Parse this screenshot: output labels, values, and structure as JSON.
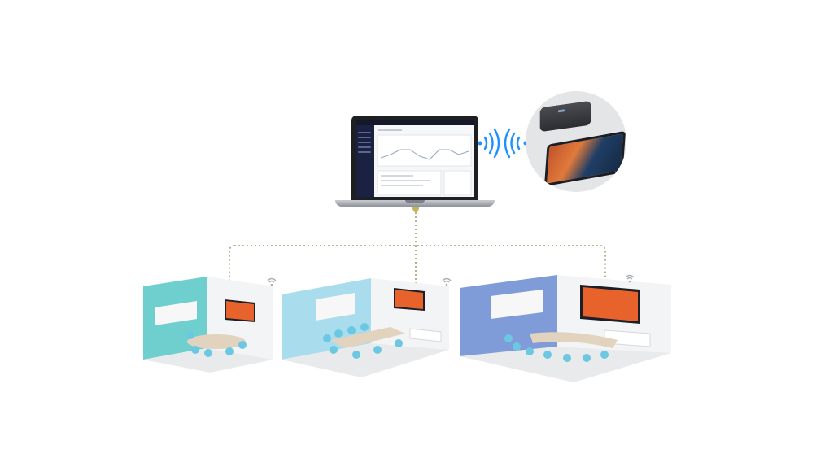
{
  "diagram": {
    "laptop": {
      "icon": "laptop-dashboard-icon"
    },
    "device": {
      "icons": [
        "compute-hub-icon",
        "touch-controller-icon"
      ]
    },
    "signal": {
      "icon": "wireless-signal-icon",
      "color": "#1e90ff"
    },
    "connector": {
      "color": "#a8a06a",
      "style": "dotted"
    },
    "rooms": [
      {
        "id": "huddle-room",
        "wall_color": "#6fcfcf",
        "icon": "meeting-room-small-icon"
      },
      {
        "id": "medium-room",
        "wall_color": "#a9dcec",
        "icon": "meeting-room-medium-icon"
      },
      {
        "id": "large-room",
        "wall_color": "#7f9bd8",
        "icon": "meeting-room-large-icon"
      }
    ],
    "colors": {
      "display_orange": "#e8632c",
      "display_dark": "#1c1f2a",
      "chair": "#6cc8e2",
      "table": "#e2d3be",
      "floor": "#e9eaec"
    }
  }
}
